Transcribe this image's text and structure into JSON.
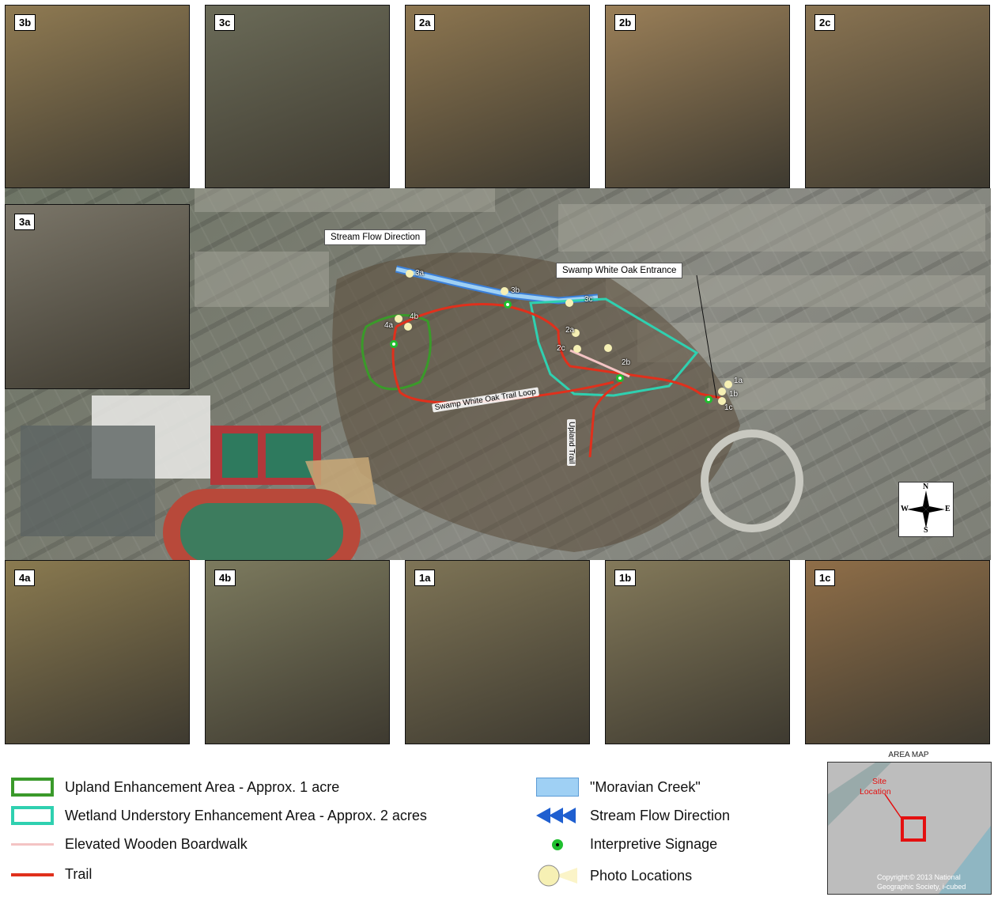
{
  "photos": [
    {
      "id": "3b",
      "tone": "#8f7a52"
    },
    {
      "id": "3c",
      "tone": "#6b6b58"
    },
    {
      "id": "2a",
      "tone": "#8d7650"
    },
    {
      "id": "2b",
      "tone": "#9a7f58"
    },
    {
      "id": "2c",
      "tone": "#8a7452"
    },
    {
      "id": "3a",
      "tone": "#7a7568"
    },
    {
      "id": "4a",
      "tone": "#8a7a50"
    },
    {
      "id": "4b",
      "tone": "#7c7a5e"
    },
    {
      "id": "1a",
      "tone": "#7e7456"
    },
    {
      "id": "1b",
      "tone": "#83795a"
    },
    {
      "id": "1c",
      "tone": "#8f6e48"
    }
  ],
  "map": {
    "stream_label": "Stream Flow Direction",
    "entrance_label": "Swamp White Oak Entrance",
    "trail_loop_label": "Swamp White Oak Trail Loop",
    "upland_trail_label": "Upland Trail",
    "photo_points": [
      "3a",
      "3b",
      "3c",
      "4a",
      "4b",
      "2a",
      "2b",
      "2c",
      "1a",
      "1b",
      "1c"
    ],
    "compass": {
      "n": "N",
      "s": "S",
      "e": "E",
      "w": "W"
    },
    "colors": {
      "upland": "#3a9a2a",
      "wetland": "#2fd0b0",
      "trail": "#e0301c",
      "boardwalk": "#f4c4c4",
      "creek": "#8fc4ec",
      "point": "#f6f0b4"
    }
  },
  "legend": {
    "upland": "Upland Enhancement Area - Approx. 1 acre",
    "wetland": "Wetland Understory Enhancement Area - Approx. 2 acres",
    "boardwalk": "Elevated Wooden Boardwalk",
    "trail": "Trail",
    "creek": "\"Moravian Creek\"",
    "flow": "Stream Flow Direction",
    "signage": "Interpretive Signage",
    "photos": "Photo Locations"
  },
  "inset": {
    "title": "AREA MAP",
    "site_label_1": "Site",
    "site_label_2": "Location",
    "copyright_1": "Copyright:© 2013 National",
    "copyright_2": "Geographic Society, i-cubed"
  }
}
